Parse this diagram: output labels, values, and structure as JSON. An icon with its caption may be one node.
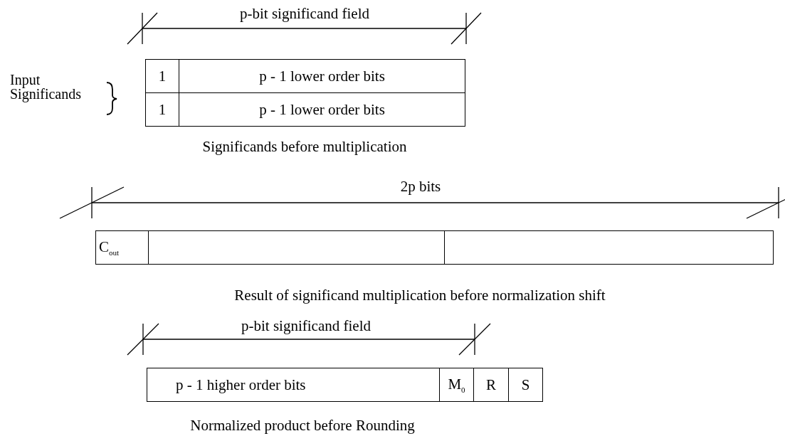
{
  "diagram": {
    "nodes": [
      {
        "text": [
          "1"
        ]
      },
      {
        "text": [
          "p - 1 lower order bits"
        ]
      },
      {
        "text": [
          "1"
        ]
      },
      {
        "text": [
          "p - 1 lower order bits"
        ]
      },
      {
        "text": [
          "C$_{out}$"
        ]
      },
      {
        "text": [],
        "shape": "box"
      },
      {
        "text": [],
        "shape": "box"
      },
      {
        "text": [
          "p - 1 higher order bits"
        ]
      },
      {
        "text": [
          "M$_{0}$"
        ]
      },
      {
        "text": [
          "R"
        ]
      },
      {
        "text": [
          "S"
        ]
      }
    ],
    "edges": [],
    "labels": [
      "p-bit significand field",
      "Input Significands",
      "Significands before multiplication",
      "2p bits",
      "Result of significand multiplication before normalization shift",
      "p-bit significand field",
      "Normalized product before Rounding"
    ]
  }
}
